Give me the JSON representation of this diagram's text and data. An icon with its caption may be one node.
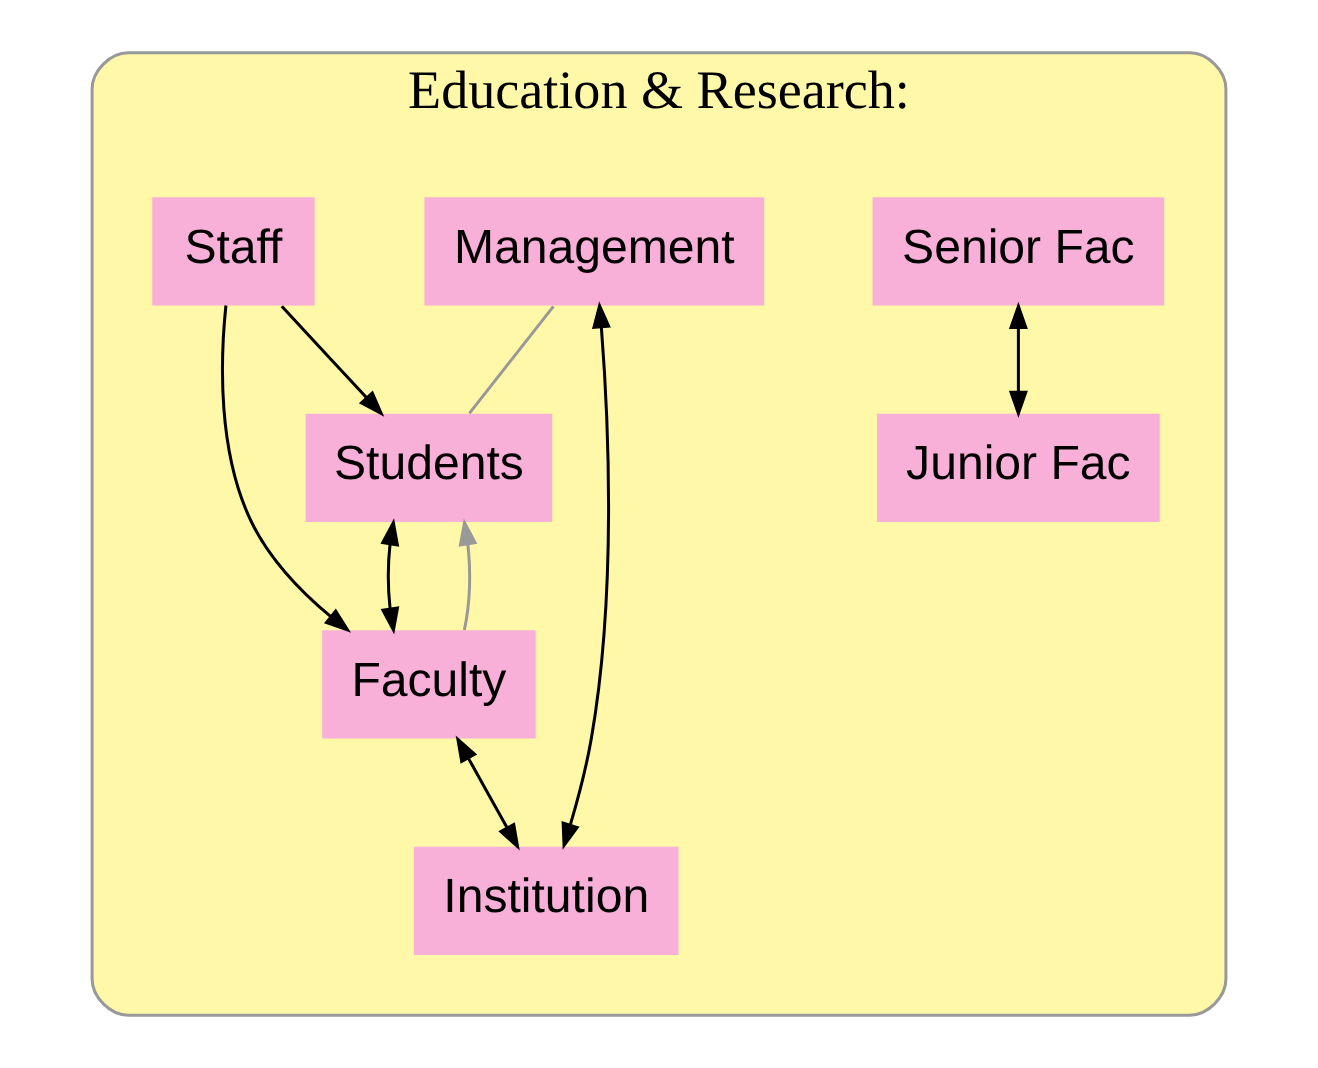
{
  "diagram": {
    "nodes": [
      {
        "text": [
          "Education & Research:"
        ]
      },
      {
        "text": [
          "Institution"
        ],
        "in": 0
      },
      {
        "text": [
          "Management"
        ],
        "in": 0
      },
      {
        "text": [
          "Faculty"
        ],
        "in": 0
      },
      {
        "text": [
          "Senior Fac"
        ],
        "in": 0
      },
      {
        "text": [
          "Students"
        ],
        "in": 0
      },
      {
        "text": [
          "Junior Fac"
        ],
        "in": 0
      },
      {
        "text": [
          "Staff"
        ],
        "in": 0
      }
    ],
    "edges": [
      {
        "from": 2,
        "to": 1,
        "arrow": "both"
      },
      {
        "from": 3,
        "to": 1,
        "arrow": "both"
      },
      {
        "from": 2,
        "to": 5,
        "arrow": "none",
        "color": "#999999"
      },
      {
        "from": 3,
        "to": 5,
        "arrow": "to",
        "color": "#999999"
      },
      {
        "from": 5,
        "to": 3,
        "arrow": "both"
      },
      {
        "from": 7,
        "to": 5,
        "arrow": "to"
      },
      {
        "from": 7,
        "to": 3,
        "arrow": "to"
      },
      {
        "from": 4,
        "to": 6,
        "arrow": "both"
      }
    ]
  }
}
